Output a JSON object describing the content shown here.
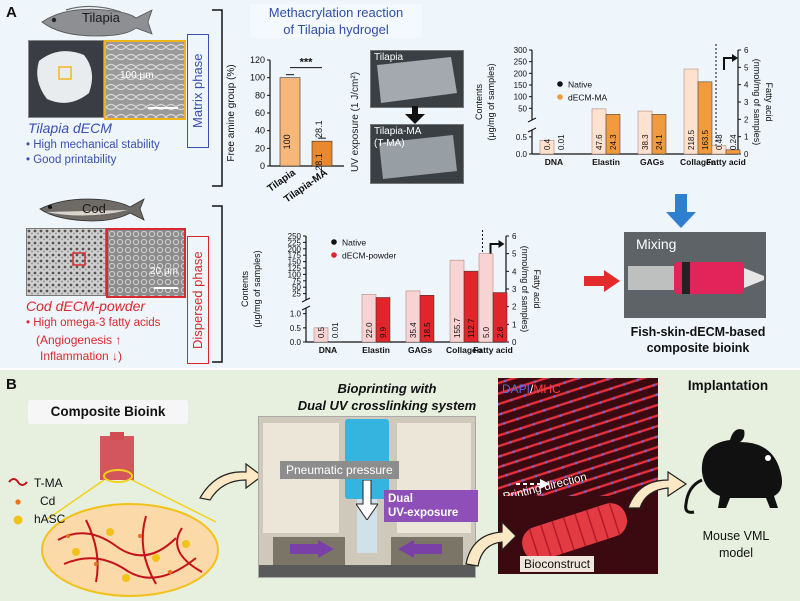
{
  "panelA": {
    "label": "A",
    "tilapia": {
      "name": "Tilapia",
      "scale": "100 μm",
      "title": "Tilapia dECM",
      "bullets": [
        "• High mechanical stability",
        "• Good printability"
      ],
      "phase": "Matrix phase"
    },
    "cod": {
      "name": "Cod",
      "scale": "20 μm",
      "title": "Cod dECM-powder",
      "bullets": [
        "• High omega-3 fatty acids"
      ],
      "effects": [
        "(Angiogenesis ↑",
        "Inflammation ↓)"
      ],
      "phase": "Dispersed phase"
    },
    "methacrylation": {
      "title_line1": "Methacrylation reaction",
      "title_line2": "of Tilapia hydrogel",
      "uv_label": "UV exposure (1 J/cm²)",
      "img_top": "Tilapia",
      "img_bottom_line1": "Tilapia-MA",
      "img_bottom_line2": "(T-MA)"
    },
    "mixing": {
      "label": "Mixing",
      "result_line1": "Fish-skin-dECM-based",
      "result_line2": "composite bioink"
    }
  },
  "chart_data": [
    {
      "type": "bar",
      "ylabel": "Free amine group (%)",
      "ylim": [
        0,
        120
      ],
      "yticks": [
        0,
        20,
        40,
        60,
        80,
        100,
        120
      ],
      "categories": [
        "Tilapia",
        "Tilapia-MA"
      ],
      "values": [
        100,
        28.1
      ],
      "value_labels": [
        "100",
        "28.1"
      ],
      "significance": "***",
      "colors": [
        "#f7b77a",
        "#e8892f"
      ]
    },
    {
      "type": "bar",
      "ylabel_line1": "Contents",
      "ylabel_line2": "(μg/mg of samples)",
      "y2label_line1": "Fatty acid",
      "y2label_line2": "(nmol/mg of samples)",
      "yticks_upper": [
        50,
        100,
        150,
        200,
        250,
        300
      ],
      "yticks_lower": [
        0.0,
        0.5
      ],
      "y2ticks": [
        0,
        1,
        2,
        3,
        4,
        5,
        6
      ],
      "categories": [
        "DNA",
        "Elastin",
        "GAGs",
        "Collagen",
        "Fatty acid"
      ],
      "series": [
        {
          "name": "Native",
          "values": [
            0.4,
            47.6,
            38.3,
            218.5,
            0.48
          ],
          "color": "#ffffff"
        },
        {
          "name": "dECM-MA",
          "values": [
            0.01,
            24.3,
            24.1,
            163.5,
            0.24
          ],
          "color": "#f29a3e"
        }
      ],
      "value_labels": [
        [
          "0.4",
          "0.01"
        ],
        [
          "47.6",
          "24.3"
        ],
        [
          "38.3",
          "24.1"
        ],
        [
          "218.5",
          "163.5"
        ],
        [
          "0.48",
          "0.24"
        ]
      ]
    },
    {
      "type": "bar",
      "ylabel_line1": "Contents",
      "ylabel_line2": "(μg/mg of samples)",
      "y2label_line1": "Fatty acid",
      "y2label_line2": "(nmol/mg of samples)",
      "yticks_upper": [
        25,
        50,
        75,
        100,
        125,
        150,
        175,
        200,
        225,
        250
      ],
      "yticks_lower": [
        0.0,
        0.5,
        1.0
      ],
      "y2ticks": [
        0,
        1,
        2,
        3,
        4,
        5,
        6
      ],
      "categories": [
        "DNA",
        "Elastin",
        "GAGs",
        "Collagen",
        "Fatty acid"
      ],
      "series": [
        {
          "name": "Native",
          "values": [
            0.5,
            22.0,
            35.4,
            155.7,
            5.0
          ],
          "color": "#ffffff"
        },
        {
          "name": "dECM-powder",
          "values": [
            0.01,
            9.9,
            18.5,
            112.7,
            2.8
          ],
          "color": "#e0252b"
        }
      ],
      "value_labels": [
        [
          "0.5",
          "0.01"
        ],
        [
          "22.0",
          "9.9"
        ],
        [
          "35.4",
          "18.5"
        ],
        [
          "155.7",
          "112.7"
        ],
        [
          "5.0",
          "2.8"
        ]
      ]
    }
  ],
  "panelB": {
    "label": "B",
    "bioink_title": "Composite Bioink",
    "legend": [
      "T-MA",
      "Cd",
      "hASC"
    ],
    "bioprint_title_line1": "Bioprinting with",
    "bioprint_title_line2": "Dual UV crosslinking system",
    "pressure": "Pneumatic pressure",
    "dual_line1": "Dual",
    "dual_line2": "UV-exposure",
    "stain_dapi": "DAPI",
    "stain_sep": "/",
    "stain_mhc": "MHC",
    "printing_direction": "Printing direction",
    "bioconstruct": "Bioconstruct",
    "implant_title": "Implantation",
    "model_line1": "Mouse VML",
    "model_line2": "model"
  }
}
